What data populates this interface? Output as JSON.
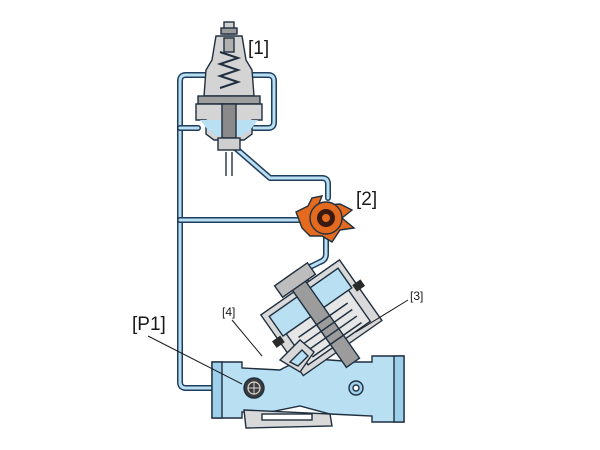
{
  "labels": {
    "pilot": "[1]",
    "valve": "[2]",
    "chamber": "[3]",
    "seat": "[4]",
    "inlet": "[P1]"
  },
  "colors": {
    "water": "#b9dff3",
    "water_dark": "#8fc6e4",
    "outline": "#1f2f3f",
    "body_grey": "#d9d9d9",
    "valve_orange": "#e36a1f",
    "valve_dark": "#3a1a10"
  }
}
